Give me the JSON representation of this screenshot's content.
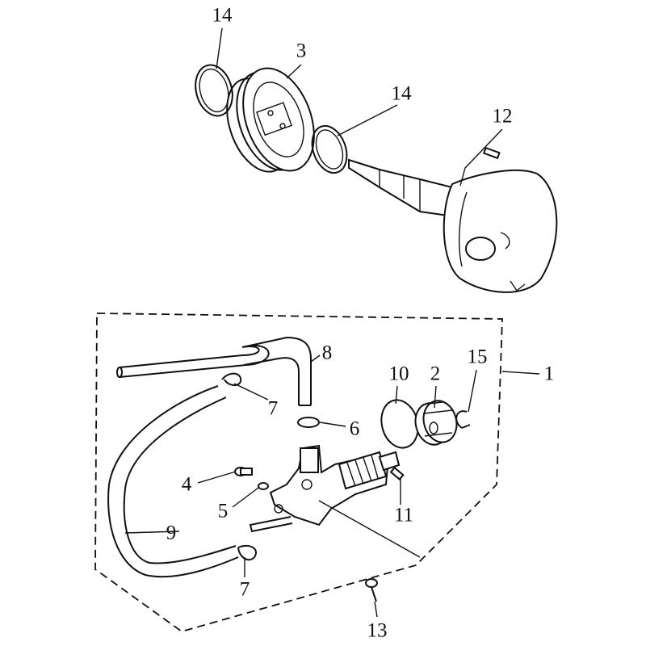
{
  "diagram": {
    "type": "exploded parts diagram",
    "labels": [
      {
        "id": "lbl-14a",
        "text": "14"
      },
      {
        "id": "lbl-3",
        "text": "3"
      },
      {
        "id": "lbl-14b",
        "text": "14"
      },
      {
        "id": "lbl-12",
        "text": "12"
      },
      {
        "id": "lbl-8",
        "text": "8"
      },
      {
        "id": "lbl-10",
        "text": "10"
      },
      {
        "id": "lbl-2",
        "text": "2"
      },
      {
        "id": "lbl-15",
        "text": "15"
      },
      {
        "id": "lbl-1",
        "text": "1"
      },
      {
        "id": "lbl-7a",
        "text": "7"
      },
      {
        "id": "lbl-6",
        "text": "6"
      },
      {
        "id": "lbl-4",
        "text": "4"
      },
      {
        "id": "lbl-5",
        "text": "5"
      },
      {
        "id": "lbl-11",
        "text": "11"
      },
      {
        "id": "lbl-9",
        "text": "9"
      },
      {
        "id": "lbl-7b",
        "text": "7"
      },
      {
        "id": "lbl-13",
        "text": "13"
      }
    ]
  }
}
